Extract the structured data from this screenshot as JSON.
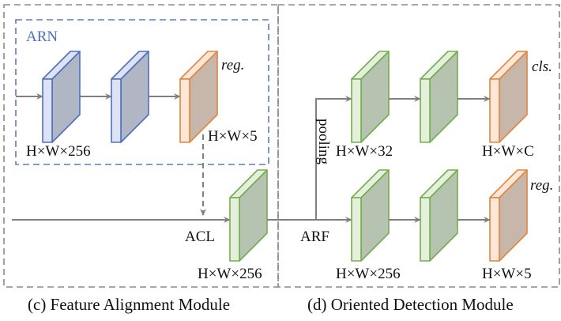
{
  "colors": {
    "outer_border": "#8a8a8a",
    "arn_border": "#5b7bbf",
    "arrow": "#808080",
    "blue_stroke": "#4f6fc0",
    "blue_front": "#dde3f4",
    "blue_side": "#b1b6c4",
    "green_stroke": "#74ad4f",
    "green_front": "#e5f0dc",
    "green_side": "#b6c3b0",
    "orange_stroke": "#e0853e",
    "orange_front": "#fbe6d8",
    "orange_side": "#c7b6aa",
    "arn_text": "#4a6fbf"
  },
  "panels": {
    "left": {
      "caption": "(c) Feature Alignment Module",
      "arn": {
        "title": "ARN",
        "blocks": [
          {
            "type": "blue",
            "label": "H×W×256"
          },
          {
            "type": "blue",
            "label": ""
          },
          {
            "type": "orange",
            "label": "H×W×5",
            "tag": "reg."
          }
        ]
      },
      "acl": {
        "label": "ACL",
        "block": {
          "type": "green",
          "label": "H×W×256"
        }
      }
    },
    "right": {
      "caption": "(d) Oriented Detection Module",
      "arf_label": "ARF",
      "pooling_label": "pooling",
      "top_row": [
        {
          "type": "green",
          "label": "H×W×32"
        },
        {
          "type": "green",
          "label": ""
        },
        {
          "type": "orange",
          "label": "H×W×C",
          "tag": "cls."
        }
      ],
      "bottom_row": [
        {
          "type": "green",
          "label": "H×W×256"
        },
        {
          "type": "green",
          "label": ""
        },
        {
          "type": "orange",
          "label": "H×W×5",
          "tag": "reg."
        }
      ]
    }
  }
}
